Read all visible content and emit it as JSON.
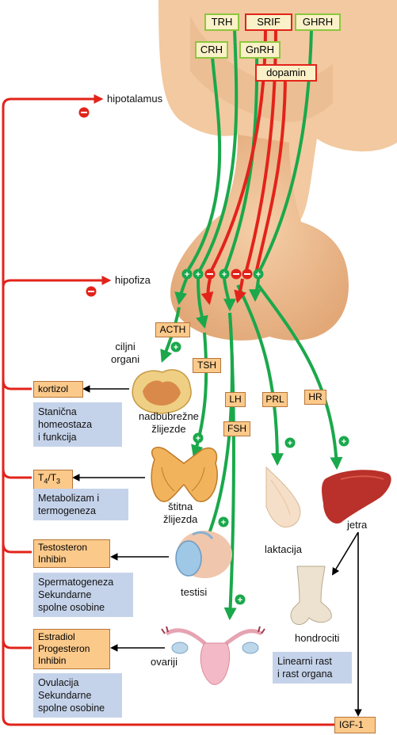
{
  "hypothalamic_hormones": {
    "trh": "TRH",
    "srif": "SRIF",
    "ghrh": "GHRH",
    "crh": "CRH",
    "gnrh": "GnRH",
    "dopamin": "dopamin"
  },
  "feedback_targets": {
    "hipotalamus": "hipotalamus",
    "hipofiza": "hipofiza"
  },
  "pituitary_hormones": {
    "acth": "ACTH",
    "tsh": "TSH",
    "lh": "LH",
    "fsh": "FSH",
    "prl": "PRL",
    "hr": "HR"
  },
  "organs": {
    "ciljni_organi": "ciljni\norgani",
    "nadbubrezne": "nadbubrežne\nžlijezde",
    "stitna": "štitna\nžlijezda",
    "testisi": "testisi",
    "ovariji": "ovariji",
    "laktacija": "laktacija",
    "jetra": "jetra",
    "hondrociti": "hondrociti"
  },
  "products": {
    "kortizol": "kortizol",
    "t4t3": "T4/T3",
    "testosteron": "Testosteron\nInhibin",
    "estradiol": "Estradiol\nProgesteron\nInhibin",
    "igf1": "IGF-1"
  },
  "effects": {
    "stanicna": "Stanična\nhomeostaza\ni funkcija",
    "metabolizam": "Metabolizam i\ntermogeneza",
    "spermatogeneza": "Spermatogeneza\nSekundarne\nspolne osobine",
    "ovulacija": "Ovulacija\nSekundarne\nspolne osobine",
    "linearni": "Linearni rast\ni rast organa"
  },
  "colors": {
    "stimulation": "#1aa84b",
    "inhibition": "#e2231a",
    "hormone_box": "#fbc98a",
    "effect_box": "#c5d3ea",
    "hypothalamus_tissue": "#f2c9a0"
  }
}
